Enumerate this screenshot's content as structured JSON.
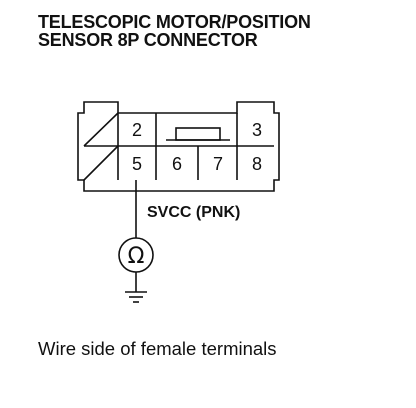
{
  "title": {
    "line1": "TELESCOPIC MOTOR/POSITION",
    "line2": "SENSOR 8P CONNECTOR"
  },
  "connector": {
    "pins": {
      "p2": "2",
      "p3": "3",
      "p5": "5",
      "p6": "6",
      "p7": "7",
      "p8": "8"
    }
  },
  "wire_label": "SVCC (PNK)",
  "meter_symbol": "Ω",
  "caption": "Wire side of female terminals"
}
